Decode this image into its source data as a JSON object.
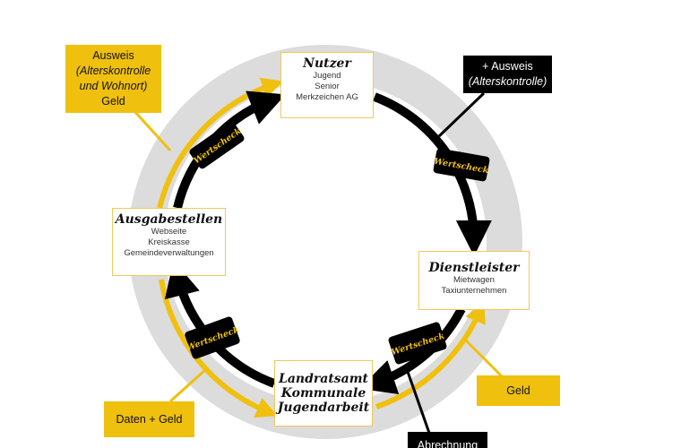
{
  "nodes": {
    "nutzer": {
      "title": "Nutzer",
      "lines": [
        "Jugend",
        "Senior",
        "Merkzeichen AG"
      ]
    },
    "dienstleister": {
      "title": "Dienstleister",
      "lines": [
        "Mietwagen",
        "Taxiunternehmen"
      ]
    },
    "landratsamt": {
      "title_lines": [
        "Landratsamt",
        "Kommunale",
        "Jugendarbeit"
      ]
    },
    "ausgabestellen": {
      "title": "Ausgabestellen",
      "lines": [
        "Webseite",
        "Kreiskasse",
        "Gemeindeverwaltungen"
      ]
    }
  },
  "notes": {
    "ausweis_yellow": {
      "line1": "Ausweis",
      "line2": "(Alterskontrolle",
      "line3": "und Wohnort)",
      "line4": "Geld"
    },
    "ausweis_black": {
      "line1": "+ Ausweis",
      "line2": "(Alterskontrolle)"
    },
    "geld": "Geld",
    "daten_geld": "Daten + Geld",
    "abrechnung": "Abrechnung"
  },
  "cheque_label": "Wertscheck",
  "colors": {
    "ring": "#dcdcdc",
    "accent": "#f0c00e",
    "black": "#000000",
    "node_border": "#f0c75a"
  }
}
